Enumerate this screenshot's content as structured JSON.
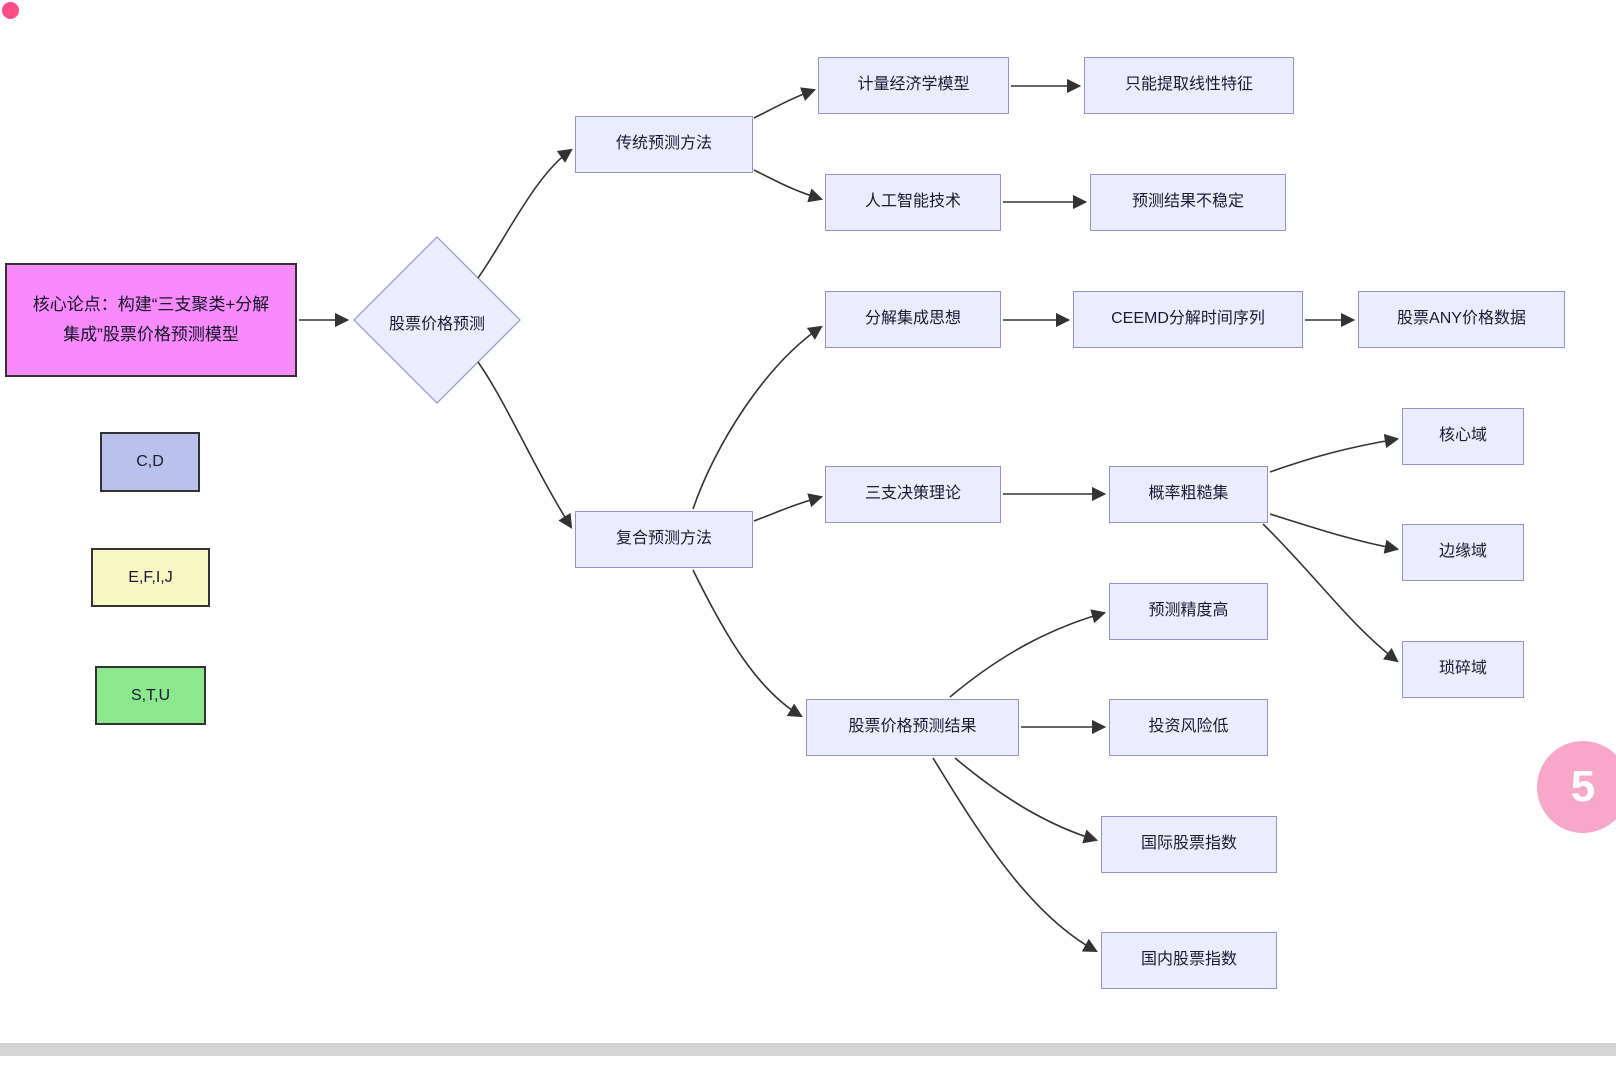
{
  "diagram": {
    "root_label": "核心论点：构建“三支聚类+分解集成”股票价格预测模型",
    "decision_label": "股票价格预测",
    "legend": [
      {
        "label": "C,D",
        "fill": "#b8c2ec"
      },
      {
        "label": "E,F,I,J",
        "fill": "#f8f8c5"
      },
      {
        "label": "S,T,U",
        "fill": "#8ce88c"
      }
    ],
    "nodes": {
      "traditional": "传统预测方法",
      "econometric": "计量经济学模型",
      "linear_only": "只能提取线性特征",
      "ai": "人工智能技术",
      "unstable": "预测结果不稳定",
      "composite": "复合预测方法",
      "decomposition": "分解集成思想",
      "ceemd": "CEEMD分解时间序列",
      "any_price": "股票ANY价格数据",
      "three_way": "三支决策理论",
      "rough_set": "概率粗糙集",
      "core_domain": "核心域",
      "boundary_domain": "边缘域",
      "trivial_domain": "琐碎域",
      "result": "股票价格预测结果",
      "high_accuracy": "预测精度高",
      "low_risk": "投资风险低",
      "intl_index": "国际股票指数",
      "domestic_index": "国内股票指数"
    }
  },
  "badge": {
    "label": "5"
  },
  "colors": {
    "node_fill": "#ececff",
    "node_border": "#9393cf",
    "root_fill": "#f98af9",
    "legend_cd_fill": "#b8c2ec",
    "legend_efij_fill": "#f8f8c5",
    "legend_stu_fill": "#8ce88c",
    "edge": "#333333",
    "badge_pink": "#f7a8c8"
  }
}
